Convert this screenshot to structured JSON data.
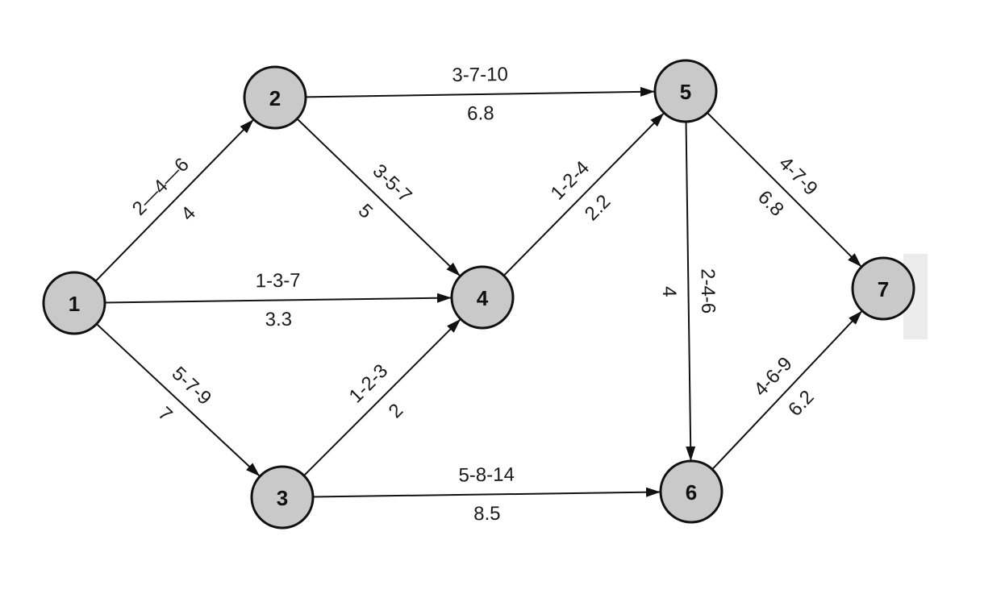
{
  "diagram": {
    "nodes": [
      {
        "id": "1",
        "label": "1"
      },
      {
        "id": "2",
        "label": "2"
      },
      {
        "id": "3",
        "label": "3"
      },
      {
        "id": "4",
        "label": "4"
      },
      {
        "id": "5",
        "label": "5"
      },
      {
        "id": "6",
        "label": "6"
      },
      {
        "id": "7",
        "label": "7"
      }
    ],
    "edges": [
      {
        "from": "1",
        "to": "2",
        "times": "2—4—6",
        "expected": "4"
      },
      {
        "from": "1",
        "to": "4",
        "times": "1-3-7",
        "expected": "3.3"
      },
      {
        "from": "1",
        "to": "3",
        "times": "5-7-9",
        "expected": "7"
      },
      {
        "from": "2",
        "to": "5",
        "times": "3-7-10",
        "expected": "6.8"
      },
      {
        "from": "2",
        "to": "4",
        "times": "3-5-7",
        "expected": "5"
      },
      {
        "from": "3",
        "to": "4",
        "times": "1-2-3",
        "expected": "2"
      },
      {
        "from": "3",
        "to": "6",
        "times": "5-8-14",
        "expected": "8.5"
      },
      {
        "from": "4",
        "to": "5",
        "times": "1-2-4",
        "expected": "2.2"
      },
      {
        "from": "5",
        "to": "6",
        "times": "2-4-6",
        "expected": "4"
      },
      {
        "from": "5",
        "to": "7",
        "times": "4-7-9",
        "expected": "6.8"
      },
      {
        "from": "6",
        "to": "7",
        "times": "4-6-9",
        "expected": "6.2"
      }
    ]
  }
}
